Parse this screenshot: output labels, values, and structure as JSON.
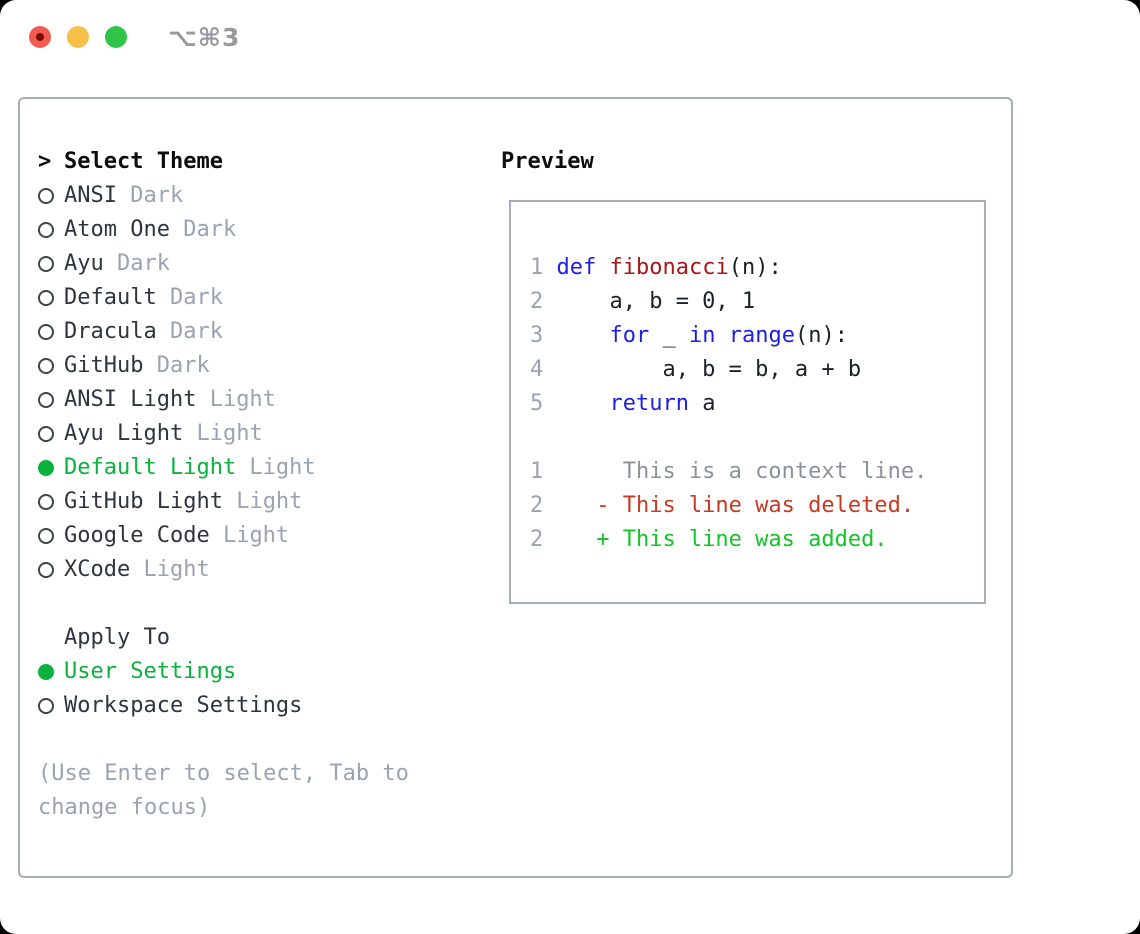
{
  "window": {
    "title": "⌥⌘3",
    "traffic_lights": [
      "close",
      "minimize",
      "maximize"
    ]
  },
  "colors": {
    "accent_green": "#0bb13d",
    "diff_added": "#14c328",
    "diff_deleted": "#c43a22",
    "keyword_blue": "#1b1fe1",
    "function_red": "#a81616",
    "muted_gray": "#9aa3b0",
    "context_gray": "#8a929d",
    "text_dark": "#2e353e",
    "header_black": "#0d0d0d",
    "border_gray": "#a6adb8",
    "titlebar_gray": "#98989e",
    "traffic_red": "#f25c50",
    "traffic_yellow": "#f6bf4a",
    "traffic_green": "#30c546"
  },
  "theme_selector": {
    "header": {
      "marker": ">",
      "label": "Select Theme"
    },
    "items": [
      {
        "name": "ANSI",
        "variant": "Dark",
        "selected": false
      },
      {
        "name": "Atom One",
        "variant": "Dark",
        "selected": false
      },
      {
        "name": "Ayu",
        "variant": "Dark",
        "selected": false
      },
      {
        "name": "Default",
        "variant": "Dark",
        "selected": false
      },
      {
        "name": "Dracula",
        "variant": "Dark",
        "selected": false
      },
      {
        "name": "GitHub",
        "variant": "Dark",
        "selected": false
      },
      {
        "name": "ANSI Light",
        "variant": "Light",
        "selected": false
      },
      {
        "name": "Ayu Light",
        "variant": "Light",
        "selected": false
      },
      {
        "name": "Default Light",
        "variant": "Light",
        "selected": true
      },
      {
        "name": "GitHub Light",
        "variant": "Light",
        "selected": false
      },
      {
        "name": "Google Code",
        "variant": "Light",
        "selected": false
      },
      {
        "name": "XCode",
        "variant": "Light",
        "selected": false
      }
    ],
    "apply_to": {
      "label": "Apply To",
      "options": [
        {
          "name": "User Settings",
          "selected": true
        },
        {
          "name": "Workspace Settings",
          "selected": false
        }
      ]
    },
    "hint_lines": [
      "(Use Enter to select, Tab to",
      "change focus)"
    ]
  },
  "preview": {
    "label": "Preview",
    "code_lines": [
      {
        "num": "1",
        "segments": [
          {
            "t": "def",
            "c": "keyword"
          },
          {
            "t": " ",
            "c": "text"
          },
          {
            "t": "fibonacci",
            "c": "function"
          },
          {
            "t": "(n):",
            "c": "text"
          }
        ]
      },
      {
        "num": "2",
        "segments": [
          {
            "t": "    a, b = 0, 1",
            "c": "text"
          }
        ]
      },
      {
        "num": "3",
        "segments": [
          {
            "t": "    ",
            "c": "text"
          },
          {
            "t": "for",
            "c": "keyword"
          },
          {
            "t": " _ ",
            "c": "text"
          },
          {
            "t": "in",
            "c": "keyword"
          },
          {
            "t": " ",
            "c": "text"
          },
          {
            "t": "range",
            "c": "keyword"
          },
          {
            "t": "(n):",
            "c": "text"
          }
        ]
      },
      {
        "num": "4",
        "segments": [
          {
            "t": "        a, b = b, a + b",
            "c": "text"
          }
        ]
      },
      {
        "num": "5",
        "segments": [
          {
            "t": "    ",
            "c": "text"
          },
          {
            "t": "return",
            "c": "keyword"
          },
          {
            "t": " a",
            "c": "text"
          }
        ]
      },
      {
        "num": "",
        "segments": []
      },
      {
        "num": "1",
        "segments": [
          {
            "t": "     This is a context line.",
            "c": "context"
          }
        ]
      },
      {
        "num": "2",
        "segments": [
          {
            "t": "   - This line was deleted.",
            "c": "deleted"
          }
        ]
      },
      {
        "num": "2",
        "segments": [
          {
            "t": "   + This line was added.",
            "c": "added"
          }
        ]
      }
    ]
  }
}
